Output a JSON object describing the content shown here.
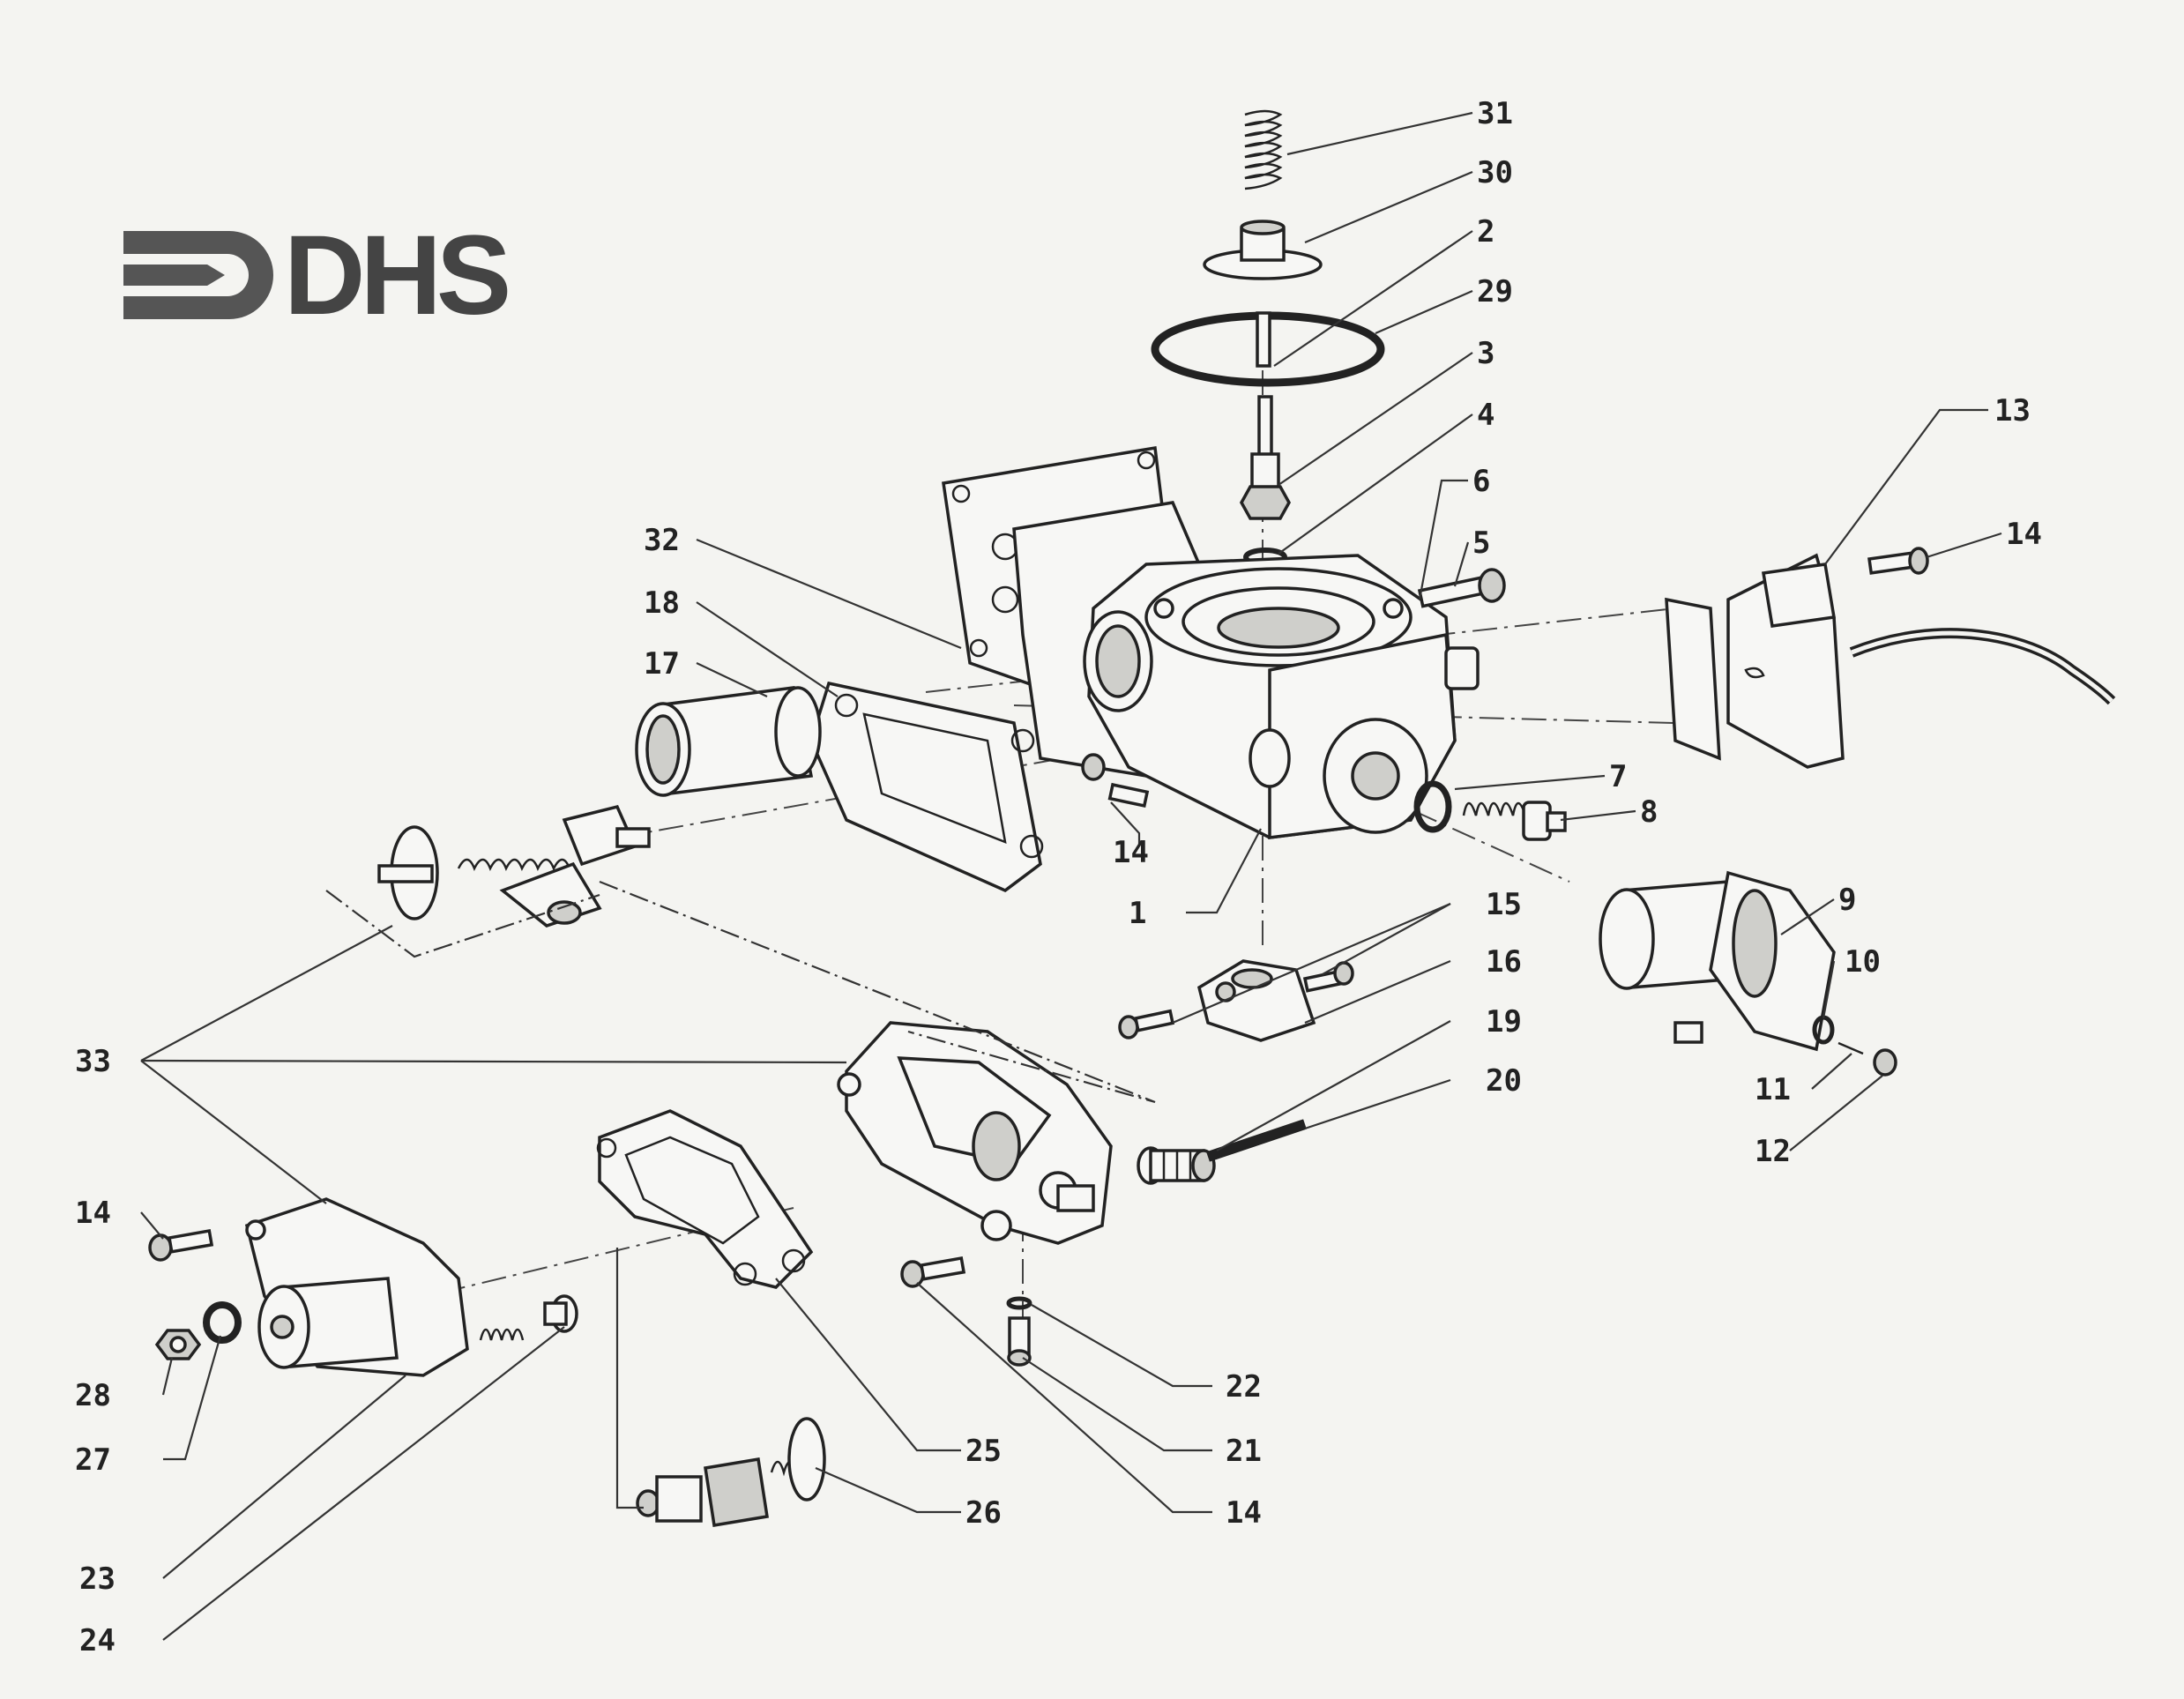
{
  "logo": {
    "text": "DHS"
  },
  "callouts": {
    "c31": "31",
    "c30": "30",
    "c2": "2",
    "c29": "29",
    "c3": "3",
    "c4": "4",
    "c6": "6",
    "c5": "5",
    "c13": "13",
    "c14a": "14",
    "c32": "32",
    "c18": "18",
    "c17": "17",
    "c7": "7",
    "c8": "8",
    "c14b": "14",
    "c1": "1",
    "c15": "15",
    "c9": "9",
    "c10": "10",
    "c16": "16",
    "c33": "33",
    "c19": "19",
    "c20": "20",
    "c11": "11",
    "c12": "12",
    "c14c": "14",
    "c22": "22",
    "c28": "28",
    "c27": "27",
    "c25": "25",
    "c21": "21",
    "c26": "26",
    "c14d": "14",
    "c23": "23",
    "c24": "24"
  }
}
